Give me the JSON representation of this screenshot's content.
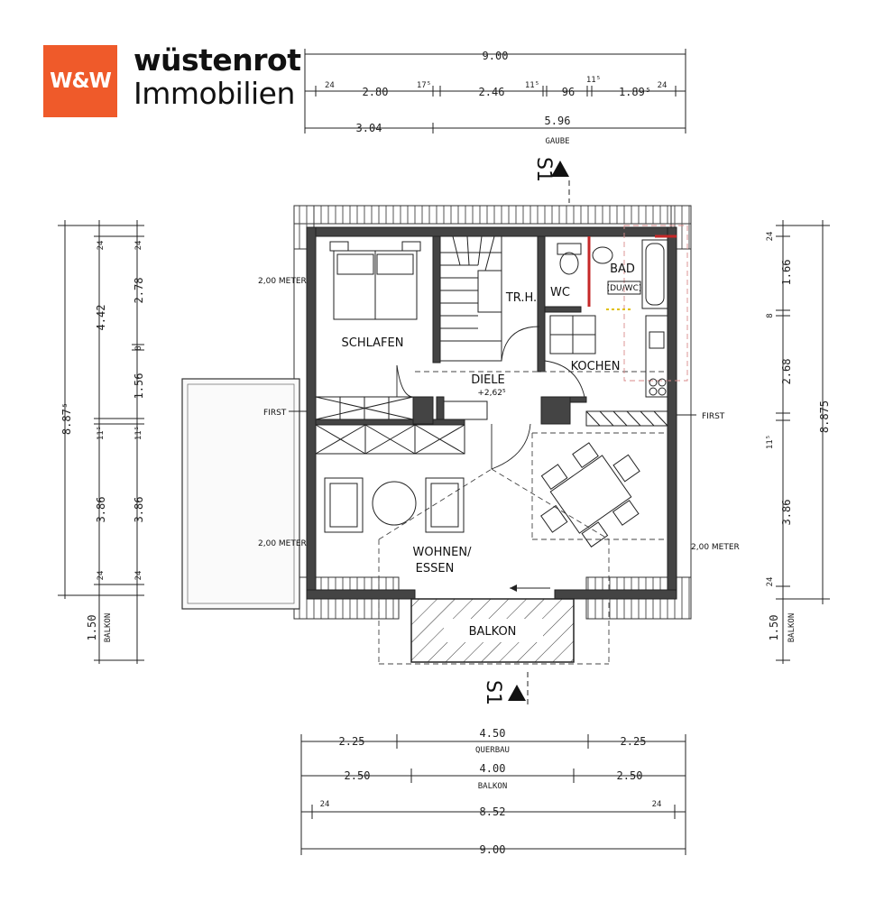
{
  "brand": {
    "logo_text": "W&W",
    "name": "wüstenrot",
    "subtitle": "Immobilien",
    "logo_color": "#ef5a2a"
  },
  "rooms": {
    "schlafen": "SCHLAFEN",
    "treppe": "TR.H.",
    "wc": "WC",
    "bad": "BAD",
    "bad_note": "(DU/WC)",
    "kochen": "KOCHEN",
    "diele": "DIELE",
    "diele_level": "+2,62⁵",
    "wohnen_line1": "WOHNEN/",
    "wohnen_line2": "ESSEN",
    "balkon": "BALKON"
  },
  "annotations": {
    "meter_1": "2,00 METER",
    "meter_2": "2,00 METER",
    "meter_3": "2,00 METER",
    "first_left": "FIRST",
    "first_right": "FIRST",
    "section_mark": "S1"
  },
  "dims_top": {
    "overall": "9.00",
    "row2": [
      "24",
      "2.80",
      "17⁵",
      "2.46",
      "11⁵",
      "96",
      "11⁵",
      "1.89⁵",
      "24"
    ],
    "row3": [
      "3.04",
      "5.96"
    ],
    "gaube": "GAUBE"
  },
  "dims_bottom": {
    "querbau": [
      "2.25",
      "4.50",
      "2.25"
    ],
    "querbau_label": "QUERBAU",
    "balkon": [
      "2.50",
      "4.00",
      "2.50"
    ],
    "balkon_label": "BALKON",
    "inner": [
      "24",
      "8.52",
      "24"
    ],
    "overall": "9.00"
  },
  "dims_left": {
    "overall": "8.87⁵",
    "col2": [
      "24",
      "4.42",
      "11⁵",
      "3.86",
      "24"
    ],
    "col3": [
      "24",
      "2.78",
      "8",
      "1.56",
      "11⁵",
      "3.86",
      "24"
    ],
    "balkon_value": "1.50",
    "balkon_label": "BALKON"
  },
  "dims_right": {
    "overall": "8.875",
    "col": [
      "24",
      "1.66",
      "8",
      "2.68",
      "11⁵",
      "3.86",
      "24"
    ],
    "balkon_value": "1.50",
    "balkon_label": "BALKON"
  }
}
